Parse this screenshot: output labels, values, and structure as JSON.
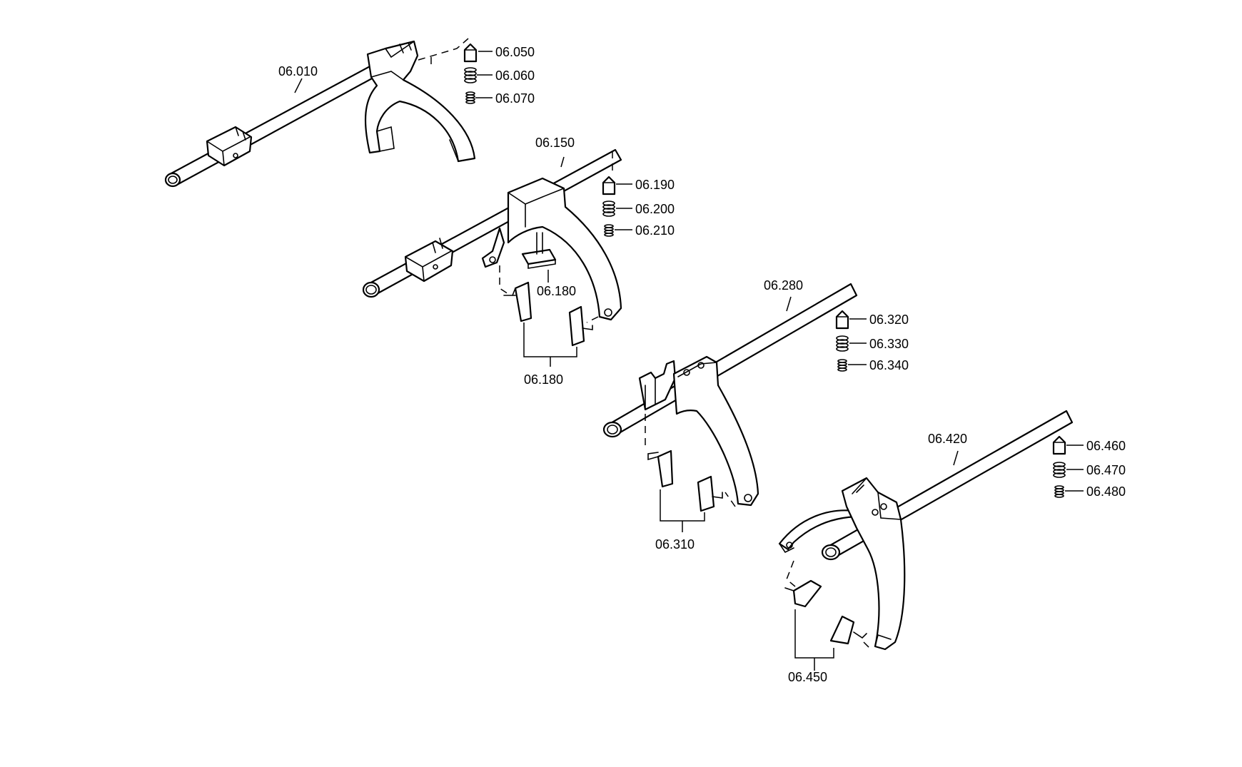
{
  "diagram": {
    "groups": [
      {
        "rod": "06.010",
        "detent": [
          "06.050",
          "06.060",
          "06.070"
        ]
      },
      {
        "rod": "06.150",
        "detent": [
          "06.190",
          "06.200",
          "06.210"
        ],
        "pads_top": "06.180",
        "pads_bottom": "06.180"
      },
      {
        "rod": "06.280",
        "detent": [
          "06.320",
          "06.330",
          "06.340"
        ],
        "pads": "06.310"
      },
      {
        "rod": "06.420",
        "detent": [
          "06.460",
          "06.470",
          "06.480"
        ],
        "pads": "06.450"
      }
    ]
  },
  "colors": {
    "line": "#000000",
    "background": "#ffffff"
  }
}
